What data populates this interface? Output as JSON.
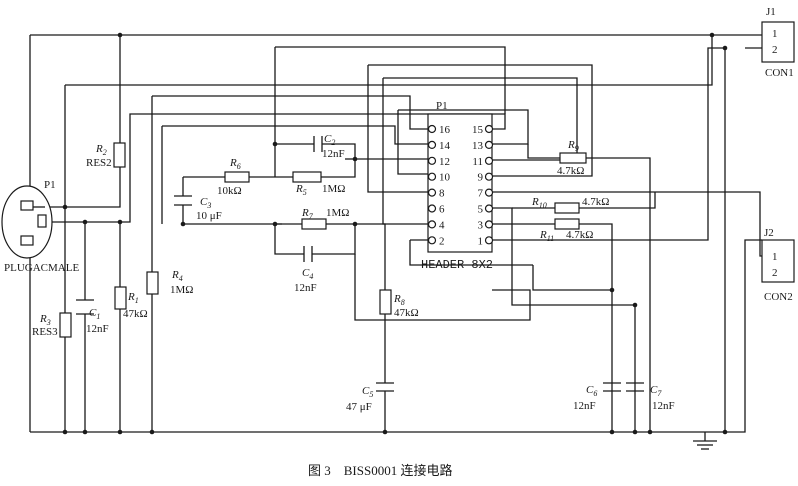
{
  "connectors": {
    "j1": {
      "ref": "J1",
      "pin1": "1",
      "pin2": "2",
      "name": "CON1"
    },
    "j2": {
      "ref": "J2",
      "pin1": "1",
      "pin2": "2",
      "name": "CON2"
    },
    "p1_plug": {
      "ref": "P1",
      "name": "PLUGACMALE"
    }
  },
  "header": {
    "ref": "P1",
    "name": "HEADER 8X2",
    "left_pins": [
      "16",
      "14",
      "12",
      "10",
      "8",
      "6",
      "4",
      "2"
    ],
    "right_pins": [
      "15",
      "13",
      "11",
      "9",
      "7",
      "5",
      "3",
      "1"
    ]
  },
  "components": {
    "r1": {
      "letter": "R",
      "sub": "1",
      "value": "47kΩ"
    },
    "r2": {
      "letter": "R",
      "sub": "2",
      "value": "RES2"
    },
    "r3": {
      "letter": "R",
      "sub": "3",
      "value": "RES3"
    },
    "r4": {
      "letter": "R",
      "sub": "4",
      "value": "1MΩ"
    },
    "r5": {
      "letter": "R",
      "sub": "5",
      "value": "1MΩ"
    },
    "r6": {
      "letter": "R",
      "sub": "6",
      "value": "10kΩ"
    },
    "r7": {
      "letter": "R",
      "sub": "7",
      "value": "1MΩ"
    },
    "r8": {
      "letter": "R",
      "sub": "8",
      "value": "47kΩ"
    },
    "r9": {
      "letter": "R",
      "sub": "9",
      "value": "4.7kΩ"
    },
    "r10": {
      "letter": "R",
      "sub": "10",
      "value": "4.7kΩ"
    },
    "r11": {
      "letter": "R",
      "sub": "11",
      "value": "4.7kΩ"
    },
    "c1": {
      "letter": "C",
      "sub": "1",
      "value": "12nF"
    },
    "c2": {
      "letter": "C",
      "sub": "2",
      "value": "12nF"
    },
    "c3": {
      "letter": "C",
      "sub": "3",
      "value": "10 μF"
    },
    "c4": {
      "letter": "C",
      "sub": "4",
      "value": "12nF"
    },
    "c5": {
      "letter": "C",
      "sub": "5",
      "value": "47 μF"
    },
    "c6": {
      "letter": "C",
      "sub": "6",
      "value": "12nF"
    },
    "c7": {
      "letter": "C",
      "sub": "7",
      "value": "12nF"
    }
  },
  "caption": "图 3    BISS0001 连接电路"
}
